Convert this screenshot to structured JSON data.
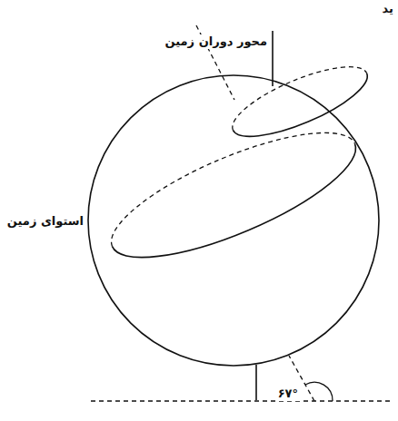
{
  "diagram": {
    "labels": [
      "ید",
      "محور دوران زمین",
      "استوای زمین",
      "۶۷°"
    ]
  }
}
